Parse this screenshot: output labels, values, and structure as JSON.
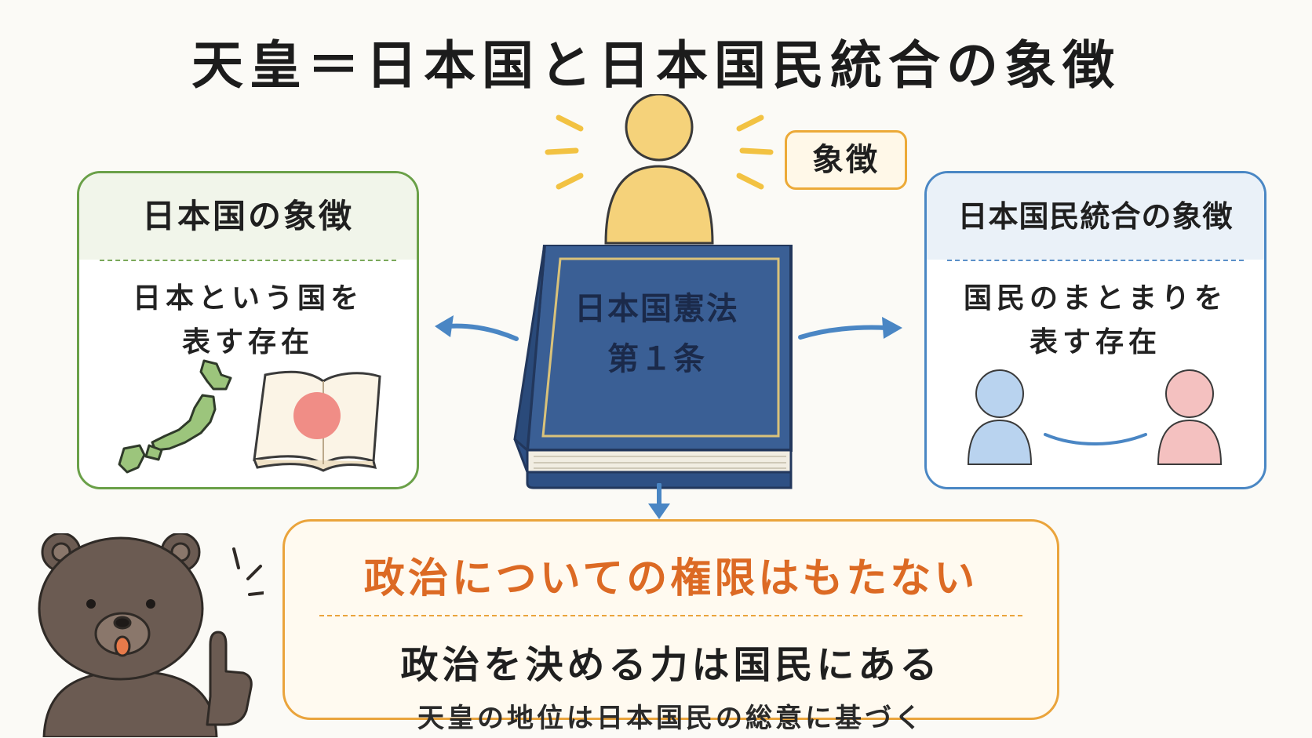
{
  "title": "天皇＝日本国と日本国民統合の象徴",
  "symbol_tag": "象徴",
  "book": {
    "line1": "日本国憲法",
    "line2": "第１条"
  },
  "left_card": {
    "heading": "日本国の象徴",
    "line1": "日本という国を",
    "line2": "表す存在"
  },
  "right_card": {
    "heading": "日本国民統合の象徴",
    "line1": "国民のまとまりを",
    "line2": "表す存在"
  },
  "bottom": {
    "headline": "政治についての権限はもたない",
    "main": "政治を決める力は国民にある",
    "sub": "天皇の地位は日本国民の総意に基づく"
  },
  "colors": {
    "left_accent": "#6aa048",
    "right_accent": "#4a87c4",
    "bottom_accent": "#eaa43c",
    "headline": "#dc6a24",
    "book": "#3a5f95",
    "figure_yellow": "#f5d27a",
    "person_blue": "#b9d3ef",
    "person_pink": "#f4c1c0",
    "bear": "#6b5b52"
  },
  "icons": [
    "emperor-figure-icon",
    "japan-map-icon",
    "japan-flag-book-icon",
    "people-connected-icon",
    "bear-pointing-icon",
    "arrow-icon"
  ]
}
